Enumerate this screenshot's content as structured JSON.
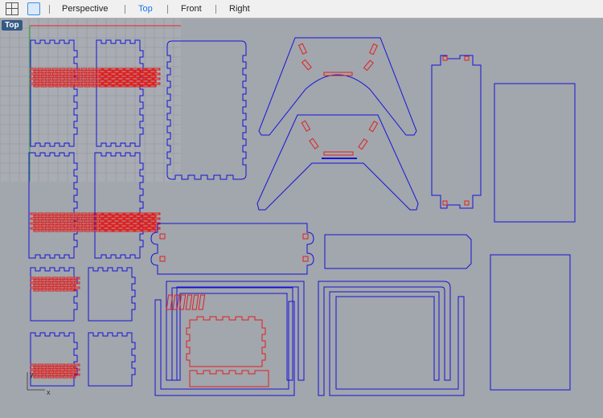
{
  "toolbar": {
    "icons": [
      "four-viewports-icon",
      "single-viewport-icon"
    ],
    "tabs": [
      {
        "label": "Perspective"
      },
      {
        "label": "Top",
        "active": true
      },
      {
        "label": "Front"
      },
      {
        "label": "Right"
      }
    ]
  },
  "viewport": {
    "label": "Top",
    "axis_x": "x",
    "axis_y": "y"
  },
  "colors": {
    "background": "#a2a6ad",
    "outline": "#1414d8",
    "cut": "#e02020",
    "accent": "#1a73e8"
  }
}
